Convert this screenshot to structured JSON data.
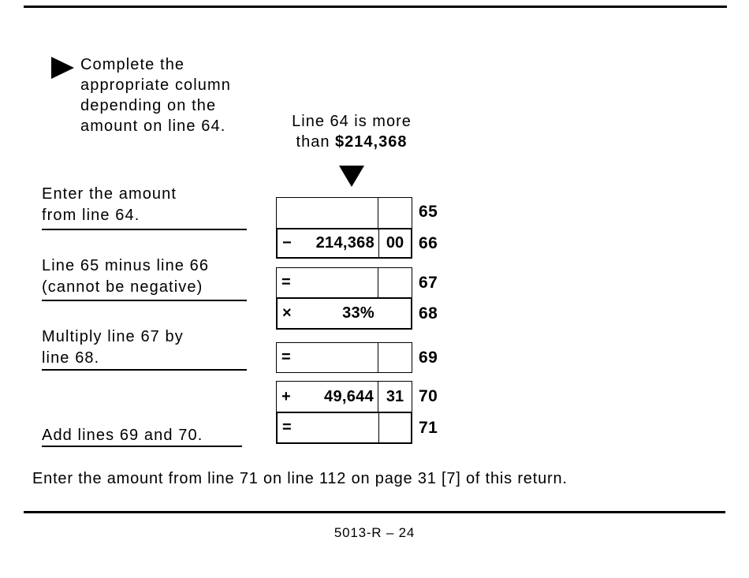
{
  "intro": {
    "lines": [
      "Complete the",
      "appropriate column",
      "depending on the",
      "amount on line 64."
    ]
  },
  "condition": {
    "line1": "Line 64 is more",
    "line2_prefix": "than",
    "line2_amount": "$214,368"
  },
  "table": {
    "rows": [
      {
        "line": "65",
        "operator": "",
        "amount": "",
        "cents": ""
      },
      {
        "line": "66",
        "operator": "−",
        "amount": "214,368",
        "cents": "00"
      },
      {
        "line": "67",
        "operator": "=",
        "amount": "",
        "cents": ""
      },
      {
        "line": "68",
        "operator": "×",
        "amount": "33%",
        "cents": ""
      },
      {
        "line": "69",
        "operator": "=",
        "amount": "",
        "cents": ""
      },
      {
        "line": "70",
        "operator": "+",
        "amount": "49,644",
        "cents": "31"
      },
      {
        "line": "71",
        "operator": "=",
        "amount": "",
        "cents": ""
      }
    ]
  },
  "captions": [
    {
      "line1": "Enter the amount",
      "line2": "from line 64."
    },
    {
      "line1": "Line 65 minus line 66",
      "line2": "(cannot be negative)"
    },
    {
      "line1": "Multiply line 67 by",
      "line2": "line 68."
    },
    {
      "line1": "Add lines 69 and 70.",
      "line2": ""
    }
  ],
  "note": "Enter the amount from line 71 on line 112 on page 31 [7] of this return.",
  "footer": {
    "form_number": "5013-R – 24"
  },
  "colors": {
    "ink": "#000000",
    "paper": "#ffffff"
  }
}
